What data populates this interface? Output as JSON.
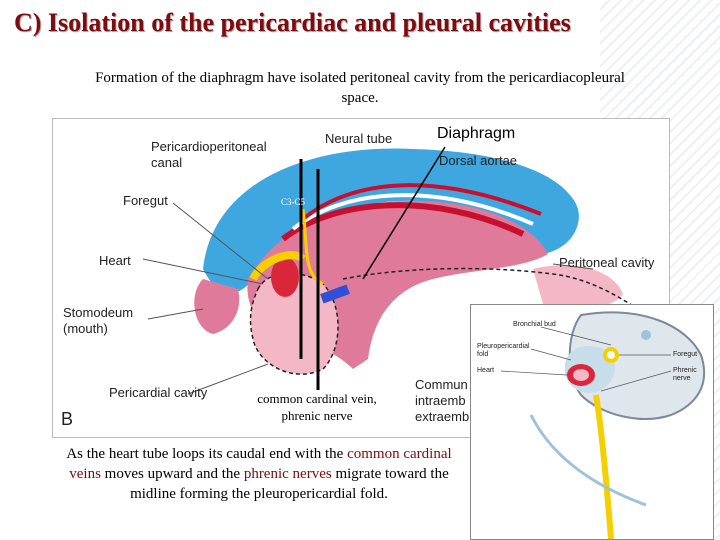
{
  "title": "C) Isolation of the pericardiac and pleural cavities",
  "subtitle": "Formation of the diaphragm have isolated peritoneal cavity from the pericardiacopleural space.",
  "figure_a": {
    "labels": {
      "pericardioperitoneal_canal_line1": "Pericardioperitoneal",
      "pericardioperitoneal_canal_line2": "canal",
      "neural_tube": "Neural tube",
      "dorsal_aortae": "Dorsal aortae",
      "foregut": "Foregut",
      "heart": "Heart",
      "peritoneal_cavity": "Peritoneal cavity",
      "stomodeum_line1": "Stomodeum",
      "stomodeum_line2": "(mouth)",
      "pericardial_cavity": "Pericardial cavity",
      "commun_line1": "Commun",
      "commun_line2": "intraemb",
      "commun_line3": "extraemb",
      "panel_letter": "B"
    },
    "annotations": {
      "diaphragm": "Diaphragm",
      "c3_c5": "C3-C5",
      "cardinal_line1": "common cardinal vein,",
      "cardinal_line2": "phrenic nerve"
    }
  },
  "figure_b": {
    "labels": {
      "bronchial_bud": "Bronchial bud",
      "pleuropericardial_fold_line1": "Pleuropericardial",
      "pleuropericardial_fold_line2": "fold",
      "heart": "Heart",
      "foregut": "Foregut",
      "phrenic_nerve_line1": "Phrenic",
      "phrenic_nerve_line2": "nerve"
    }
  },
  "bottom_text": {
    "part1": "As the heart tube loops its caudal end with the ",
    "common_cardinal_veins": "common cardinal veins",
    "part2": " moves upward and the ",
    "phrenic_nerves": "phrenic nerves",
    "part3": " migrate toward the midline forming the pleuropericardial fold."
  },
  "colors": {
    "title": "#7b0c10",
    "mesoderm_blue": "#3fa7e0",
    "embryo_pink": "#e07a9a",
    "heart_red": "#d9263b",
    "nerve_yellow": "#f5d000"
  }
}
